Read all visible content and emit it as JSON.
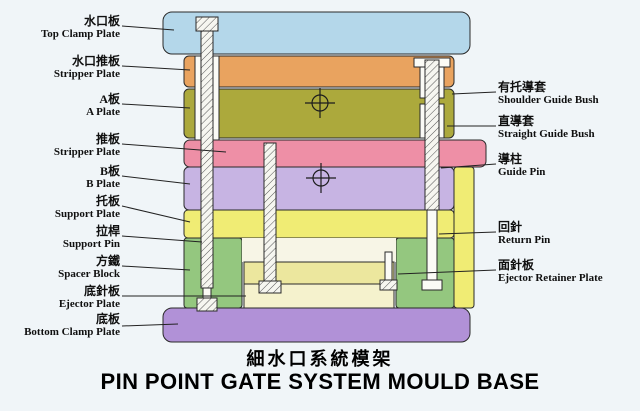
{
  "titles": {
    "chinese": "細水口系統模架",
    "english": "PIN POINT GATE SYSTEM MOULD BASE"
  },
  "left_labels": [
    {
      "cn": "水口板",
      "en": "Top Clamp Plate"
    },
    {
      "cn": "水口推板",
      "en": "Stripper Plate"
    },
    {
      "cn": "A板",
      "en": "A Plate"
    },
    {
      "cn": "推板",
      "en": "Stripper Plate"
    },
    {
      "cn": "B板",
      "en": "B Plate"
    },
    {
      "cn": "托板",
      "en": "Support Plate"
    },
    {
      "cn": "拉桿",
      "en": "Support Pin"
    },
    {
      "cn": "方鐵",
      "en": "Spacer Block"
    },
    {
      "cn": "底針板",
      "en": "Ejector Plate"
    },
    {
      "cn": "底板",
      "en": "Bottom Clamp Plate"
    }
  ],
  "right_labels": [
    {
      "cn": "有托導套",
      "en": "Shoulder Guide Bush"
    },
    {
      "cn": "直導套",
      "en": "Straight Guide Bush"
    },
    {
      "cn": "導柱",
      "en": "Guide Pin"
    },
    {
      "cn": "回針",
      "en": "Return Pin"
    },
    {
      "cn": "面針板",
      "en": "Ejector Retainer Plate"
    }
  ],
  "colors": {
    "background": "#f0f5f8",
    "outline": "#2a2a2a",
    "top_clamp_plate": "#b4d7ea",
    "stripper_plate_top": "#e9a35f",
    "a_plate": "#aca93c",
    "stripper_plate_pink": "#ee8fa6",
    "b_plate": "#c7b4e3",
    "support_plate": "#f0ec74",
    "support_pillar": "#f0ec74",
    "spacer_block": "#94c77f",
    "ejector_space": "#f7f5e6",
    "ejector_retainer_plate": "#ece79e",
    "ejector_plate": "#f5f2cd",
    "bottom_clamp_plate": "#b191d7",
    "pin_fill": "#fbfbf6"
  }
}
